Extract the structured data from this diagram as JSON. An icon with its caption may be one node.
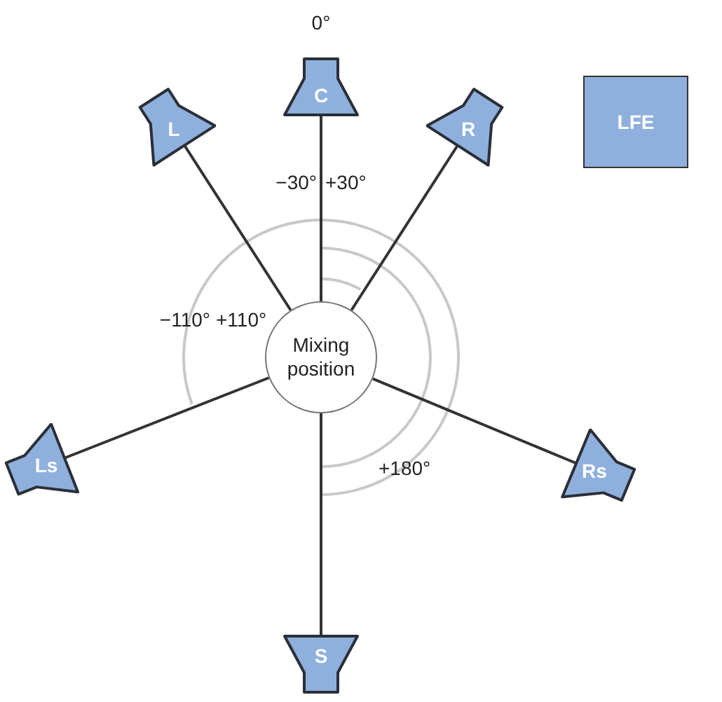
{
  "diagram": {
    "nodes": [
      {
        "text": [
          "Mixing position"
        ]
      },
      {
        "text": [
          "C"
        ]
      },
      {
        "text": [
          "L"
        ]
      },
      {
        "text": [
          "R"
        ]
      },
      {
        "text": [
          "Ls"
        ]
      },
      {
        "text": [
          "Rs"
        ]
      },
      {
        "text": [
          "S"
        ]
      },
      {
        "text": [
          "LFE"
        ]
      }
    ],
    "edges": [
      {
        "from": 0,
        "to": 1,
        "arrow": "none"
      },
      {
        "from": 0,
        "to": 2,
        "arrow": "none"
      },
      {
        "from": 0,
        "to": 3,
        "arrow": "none"
      },
      {
        "from": 0,
        "to": 4,
        "arrow": "none"
      },
      {
        "from": 0,
        "to": 5,
        "arrow": "none"
      },
      {
        "from": 0,
        "to": 6,
        "arrow": "none"
      }
    ],
    "labels": [
      "0°",
      "−30°",
      "+30°",
      "−110°",
      "+110°",
      "+180°"
    ]
  }
}
